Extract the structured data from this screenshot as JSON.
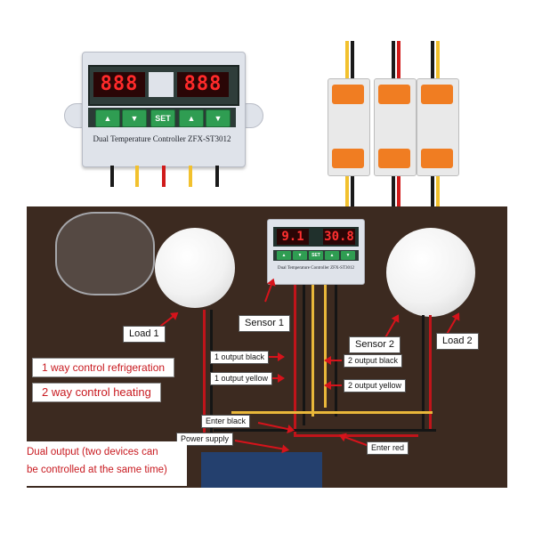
{
  "product": {
    "label": "Dual Temperature Controller ZFX-ST3012",
    "display_left": "888",
    "display_right": "888",
    "buttons": [
      "up",
      "down",
      "SET",
      "up",
      "down"
    ],
    "set_label": "SET"
  },
  "connectors": {
    "count": 3,
    "lever_color": "#f07d22"
  },
  "wiring_photo": {
    "controller_label": "Dual Temperature Controller ZFX-ST3012",
    "display_left": "9.1",
    "display_right": "30.8",
    "set_label": "SET",
    "labels": {
      "load1": "Load 1",
      "load2": "Load 2",
      "sensor1": "Sensor 1",
      "sensor2": "Sensor 2",
      "out1_black": "1 output black",
      "out1_yellow": "1 output yellow",
      "out2_black": "2 output black",
      "out2_yellow": "2 output yellow",
      "enter_black": "Enter black",
      "power_supply": "Power supply",
      "enter_red": "Enter red",
      "mode1": "1 way control refrigeration",
      "mode2": "2 way control heating",
      "dual_line1": "Dual output (two devices can",
      "dual_line2": "be controlled at the same time)"
    }
  },
  "colors": {
    "accent_red": "#c8191f",
    "button_green": "#2f9d52",
    "display_red": "#ff2a2a"
  }
}
